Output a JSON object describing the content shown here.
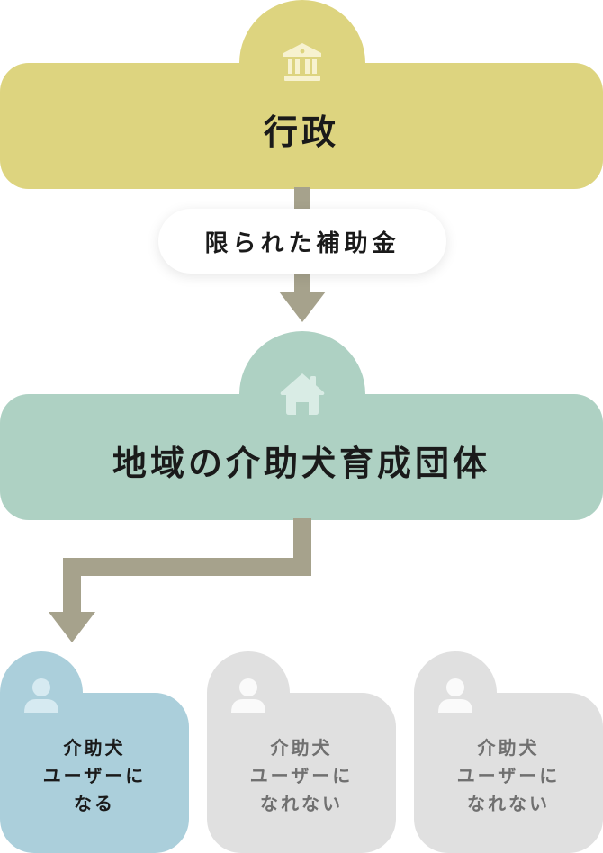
{
  "government": {
    "title": "行政",
    "icon": "government-building-icon",
    "color": "#ddd47f"
  },
  "funding_label": "限られた補助金",
  "organization": {
    "title": "地域の介助犬育成団体",
    "icon": "house-icon",
    "color": "#aed1c3"
  },
  "connector_color": "#a6a28c",
  "outcomes": [
    {
      "line1": "介助犬",
      "line2": "ユーザーに",
      "line3": "なる",
      "state": "active",
      "color": "#abcfdb",
      "icon": "person-icon"
    },
    {
      "line1": "介助犬",
      "line2": "ユーザーに",
      "line3": "なれない",
      "state": "inactive",
      "color": "#e0e0e0",
      "icon": "person-icon"
    },
    {
      "line1": "介助犬",
      "line2": "ユーザーに",
      "line3": "なれない",
      "state": "inactive",
      "color": "#e0e0e0",
      "icon": "person-icon"
    }
  ]
}
